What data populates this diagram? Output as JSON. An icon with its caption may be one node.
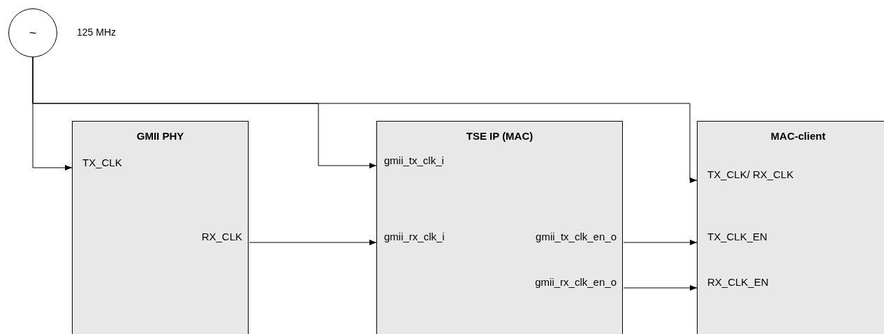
{
  "diagram": {
    "nodes": [
      {
        "text": [
          "~"
        ],
        "beside": [
          "125 MHz"
        ]
      },
      {
        "text": [
          "GMII PHY",
          "TX_CLK",
          "RX_CLK"
        ]
      },
      {
        "text": [
          "TSE IP (MAC)",
          "gmii_tx_clk_i",
          "gmii_rx_clk_i",
          "gmii_tx_clk_en_o",
          "gmii_rx_clk_en_o"
        ]
      },
      {
        "text": [
          "MAC-client",
          "TX_CLK/ RX_CLK",
          "TX_CLK_EN",
          "RX_CLK_EN"
        ]
      }
    ],
    "edges": [
      {
        "from": 0,
        "to": 1,
        "arrow": "to"
      },
      {
        "from": 0,
        "to": 2,
        "arrow": "to"
      },
      {
        "from": 0,
        "to": 3,
        "arrow": "to"
      },
      {
        "from": 1,
        "to": 2,
        "arrow": "to"
      },
      {
        "from": 2,
        "to": 3,
        "arrow": "to"
      },
      {
        "from": 2,
        "to": 3,
        "arrow": "to"
      }
    ]
  }
}
